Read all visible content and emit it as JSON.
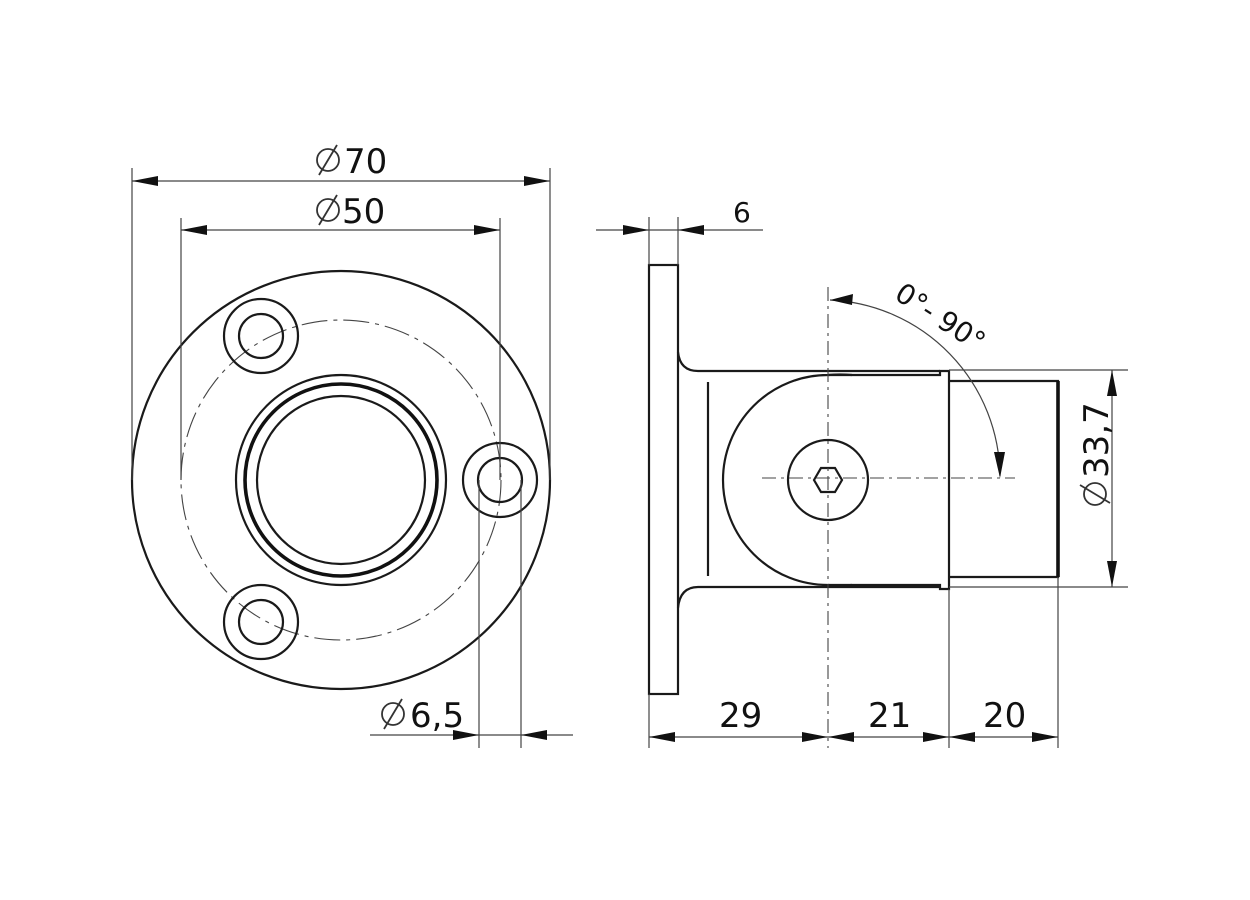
{
  "drawing": {
    "type": "technical-drawing",
    "subject": "round base flange with hinged tube connector",
    "views": {
      "front_view": {
        "dimensions": {
          "outer_diameter": {
            "symbol": "⌀",
            "value": "70"
          },
          "bolt_circle_diameter": {
            "symbol": "⌀",
            "value": "50"
          },
          "hole_diameter": {
            "symbol": "⌀",
            "value": "6,5"
          }
        },
        "bolt_hole_count": 3
      },
      "side_view": {
        "dimensions": {
          "plate_thickness": {
            "value": "6"
          },
          "plate_to_pivot": {
            "value": "29"
          },
          "pivot_to_step": {
            "value": "21"
          },
          "tube_length": {
            "value": "20"
          },
          "tube_diameter": {
            "symbol": "⌀",
            "value": "33,7"
          },
          "swivel_angle": {
            "value": "0°- 90°"
          }
        },
        "fastener": "hex socket screw"
      }
    },
    "colors": {
      "background": "#ffffff",
      "line": "#1a1a1a",
      "dimension": "#444444"
    }
  }
}
